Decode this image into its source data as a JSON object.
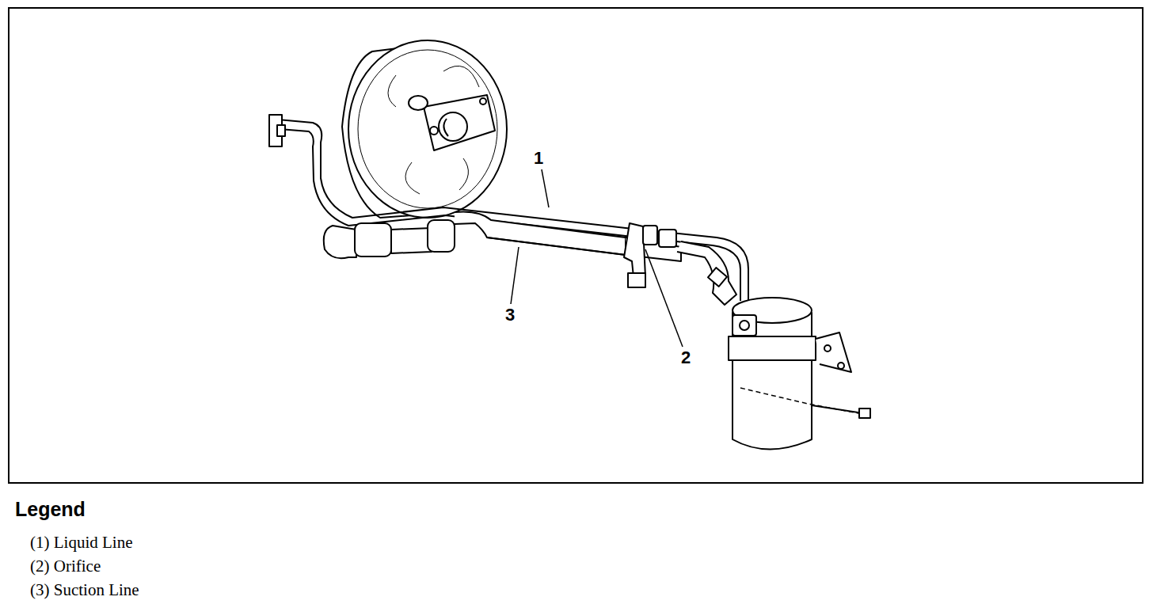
{
  "diagram": {
    "labels": [
      "1",
      "2",
      "3",
      "Legend"
    ],
    "legend": [
      {
        "text": "(1) Liquid Line"
      },
      {
        "text": "(2) Orifice"
      },
      {
        "text": "(3) Suction Line"
      }
    ]
  }
}
